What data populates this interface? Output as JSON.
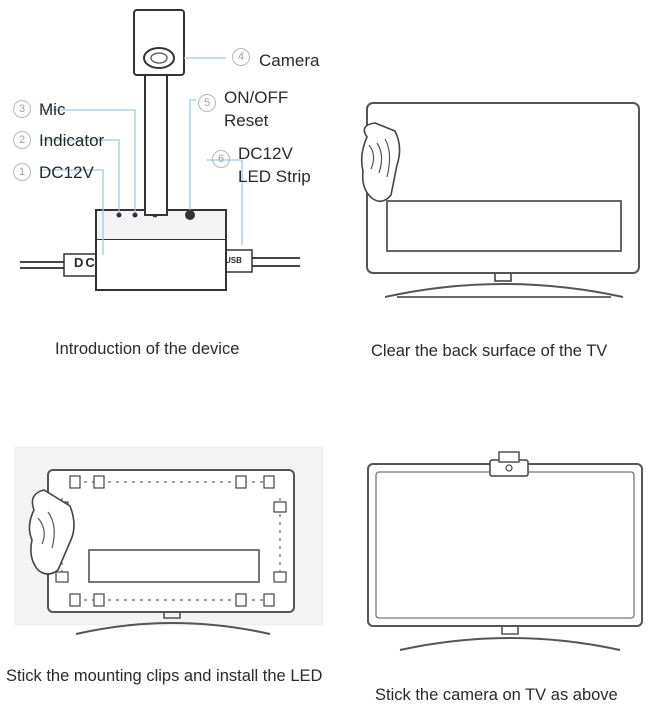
{
  "device": {
    "labels": [
      {
        "num": "4",
        "text": "Camera"
      },
      {
        "num": "3",
        "text": "Mic"
      },
      {
        "num": "5",
        "text": "ON/OFF"
      },
      {
        "num": "",
        "text": "Reset"
      },
      {
        "num": "2",
        "text": "Indicator"
      },
      {
        "num": "6",
        "text": "DC12V"
      },
      {
        "num": "",
        "text": "LED Strip"
      },
      {
        "num": "1",
        "text": "DC12V"
      }
    ],
    "port_left": "DC",
    "port_right": "USB"
  },
  "captions": {
    "device": "Introduction of the device",
    "clean": "Clear the back surface of the TV",
    "clips": "Stick the mounting clips and install the LED",
    "camera": "Stick the camera on TV as above"
  }
}
